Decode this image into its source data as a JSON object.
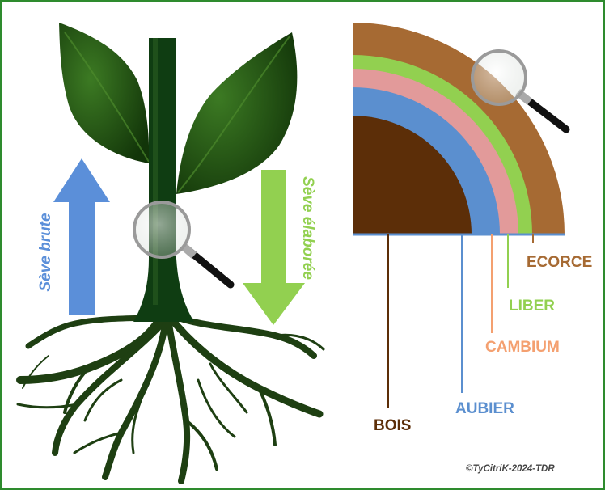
{
  "colors": {
    "frame": "#2e8b2e",
    "leaf": "#1f4d14",
    "stem": "#0f3d12",
    "root": "#1e3f12",
    "ecorce": "#a66a33",
    "liber": "#92d050",
    "cambium": "#e29a9a",
    "aubier": "#5b8fcf",
    "bois": "#5c2e08",
    "seve_brute": "#5b8fd9",
    "seve_elaboree": "#92d050",
    "cambium_text": "#f4a070"
  },
  "plant": {
    "seve_brute": "Sève brute",
    "seve_elaboree": "Sève élaborée"
  },
  "section": {
    "labels": {
      "ecorce": "ECORCE",
      "liber": "LIBER",
      "cambium": "CAMBIUM",
      "aubier": "AUBIER",
      "bois": "BOIS"
    }
  },
  "icons": [
    "magnifier-icon"
  ],
  "copyright": "©TyCitriK-2024-TDR"
}
